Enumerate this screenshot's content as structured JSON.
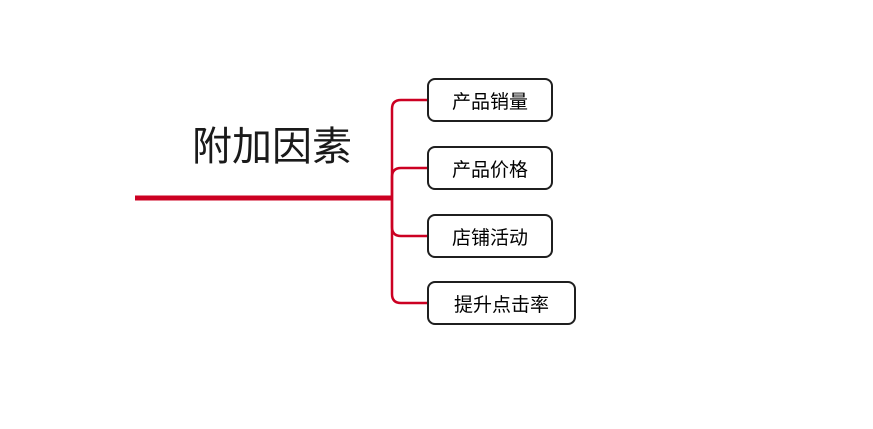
{
  "mindmap": {
    "root": {
      "label": "附加因素"
    },
    "children": [
      {
        "label": "产品销量"
      },
      {
        "label": "产品价格"
      },
      {
        "label": "店铺活动"
      },
      {
        "label": "提升点击率"
      }
    ],
    "colors": {
      "connector_red": "#cc0022",
      "node_border": "#1f1f1f",
      "node_background": "#ffffff",
      "text_color": "#000000"
    }
  }
}
